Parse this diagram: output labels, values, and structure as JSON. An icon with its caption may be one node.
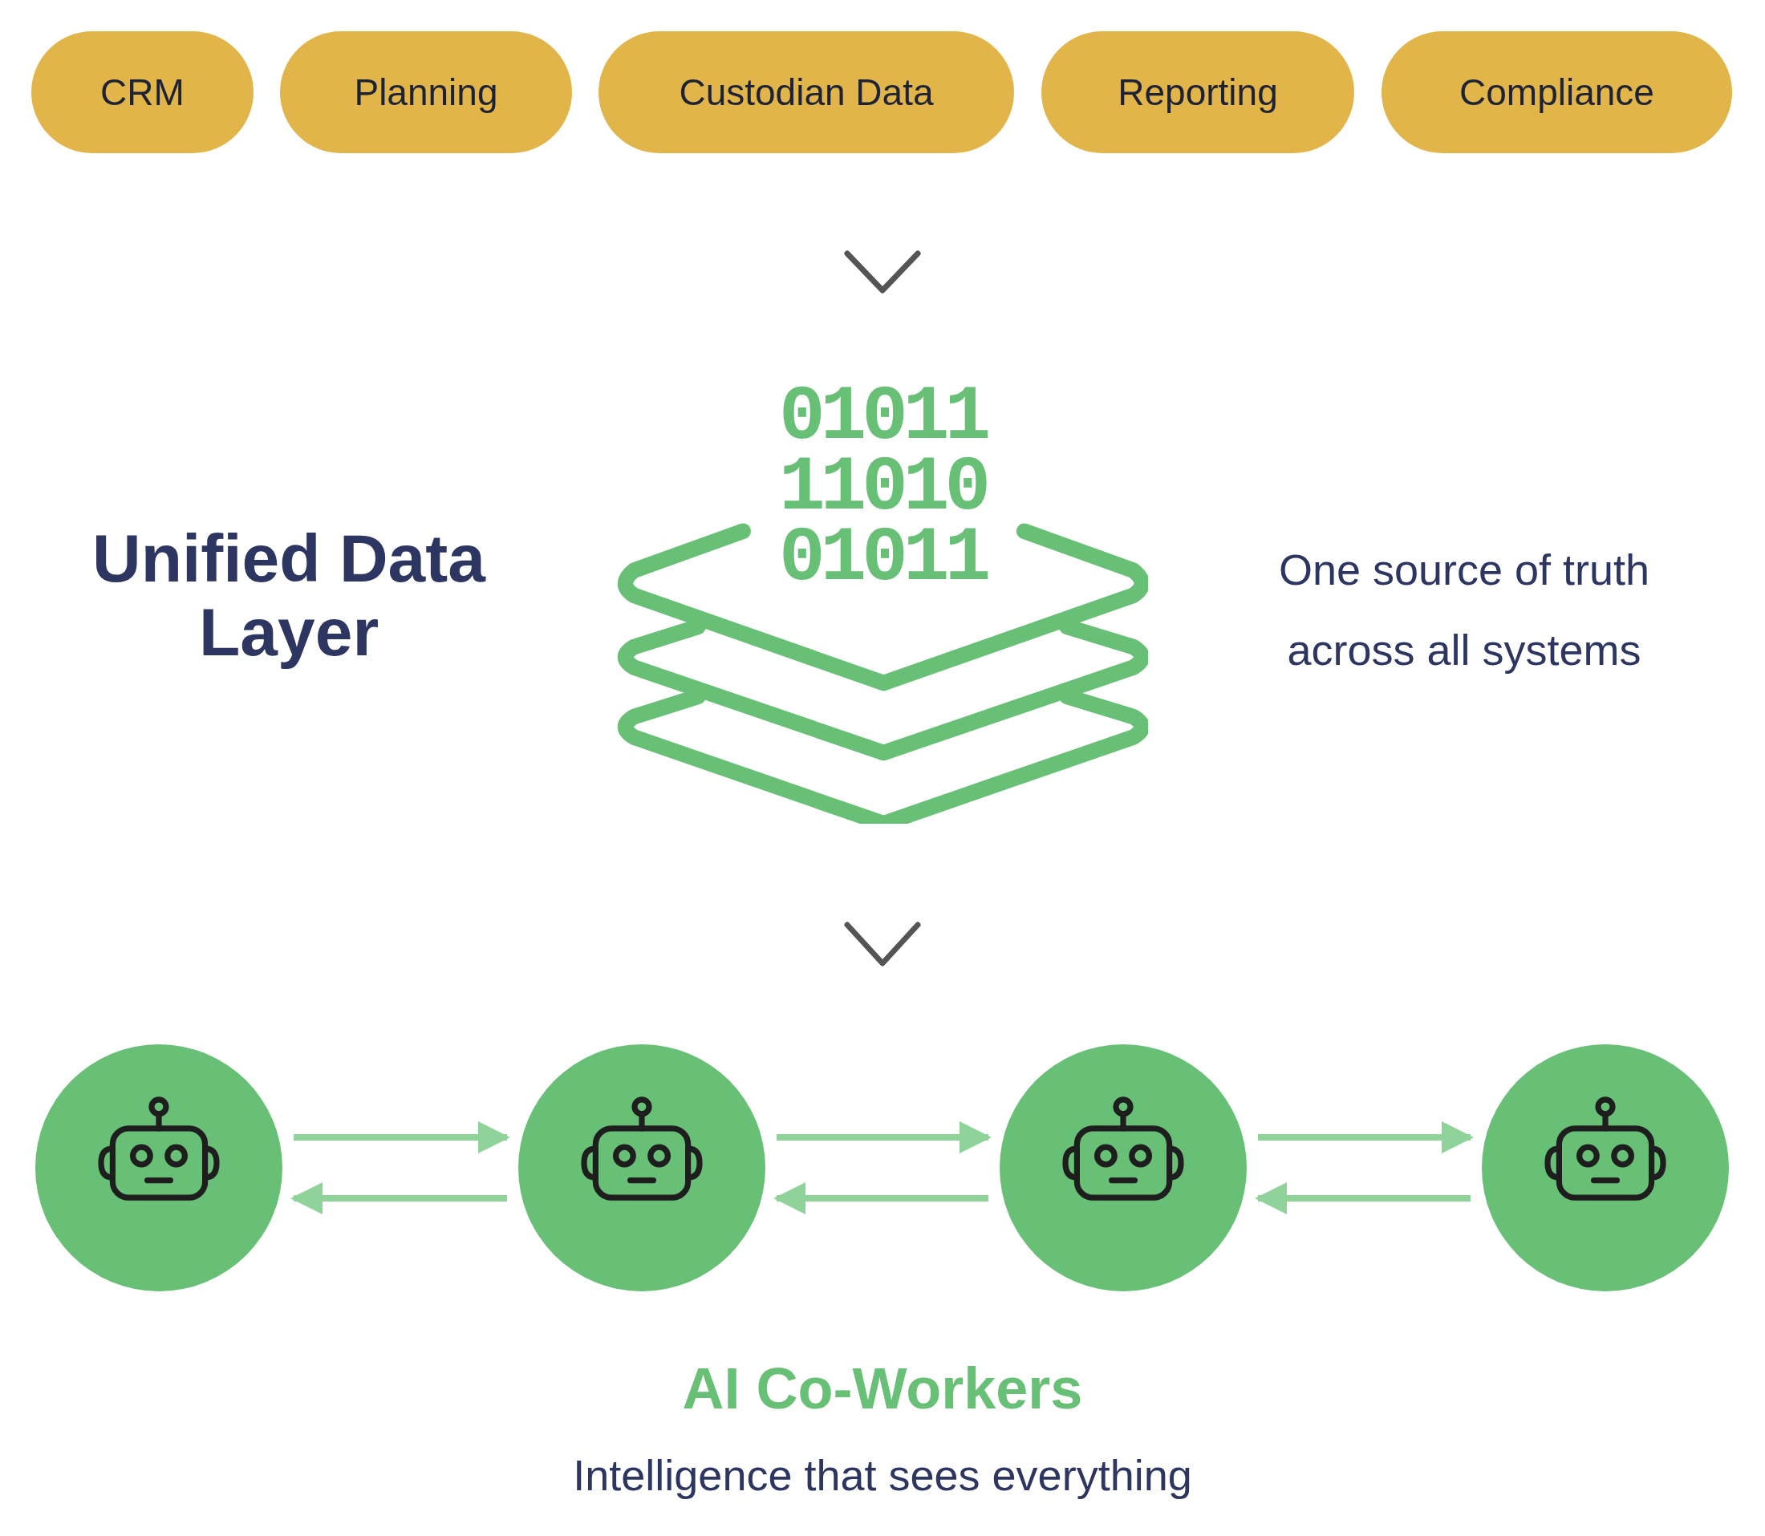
{
  "diagram": {
    "nodes": [
      {
        "text": [
          "CRM"
        ]
      },
      {
        "text": [
          "Planning"
        ]
      },
      {
        "text": [
          "Custodian Data"
        ]
      },
      {
        "text": [
          "Reporting"
        ]
      },
      {
        "text": [
          "Compliance"
        ]
      },
      {
        "text": [
          "01011 11010 01011"
        ],
        "beside": [
          "Unified Data Layer",
          "One source of truth across all systems"
        ]
      },
      {
        "text": [],
        "shape": "circle"
      },
      {
        "text": [],
        "shape": "circle"
      },
      {
        "text": [],
        "shape": "circle"
      },
      {
        "text": [],
        "shape": "circle"
      }
    ],
    "edges": [
      {
        "from": 6,
        "to": 7,
        "arrow": "to"
      },
      {
        "from": 7,
        "to": 6,
        "arrow": "to"
      },
      {
        "from": 7,
        "to": 8,
        "arrow": "to"
      },
      {
        "from": 8,
        "to": 7,
        "arrow": "to"
      },
      {
        "from": 8,
        "to": 9,
        "arrow": "to"
      },
      {
        "from": 9,
        "to": 8,
        "arrow": "to"
      }
    ],
    "labels": [
      "AI Co-Workers",
      "Intelligence that sees everything"
    ]
  }
}
